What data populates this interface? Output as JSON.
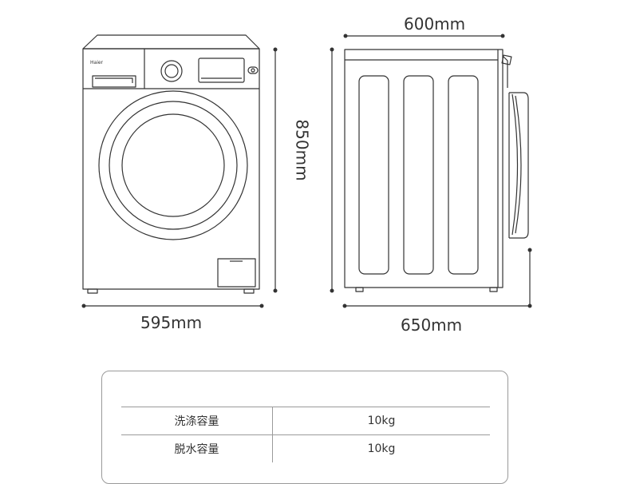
{
  "dimensions": {
    "depth_top": "600mm",
    "height": "850mm",
    "width": "595mm",
    "depth_total": "650mm"
  },
  "brand": "Haier",
  "specs": [
    {
      "label": "洗涤容量",
      "value": "10kg"
    },
    {
      "label": "脱水容量",
      "value": "10kg"
    }
  ]
}
